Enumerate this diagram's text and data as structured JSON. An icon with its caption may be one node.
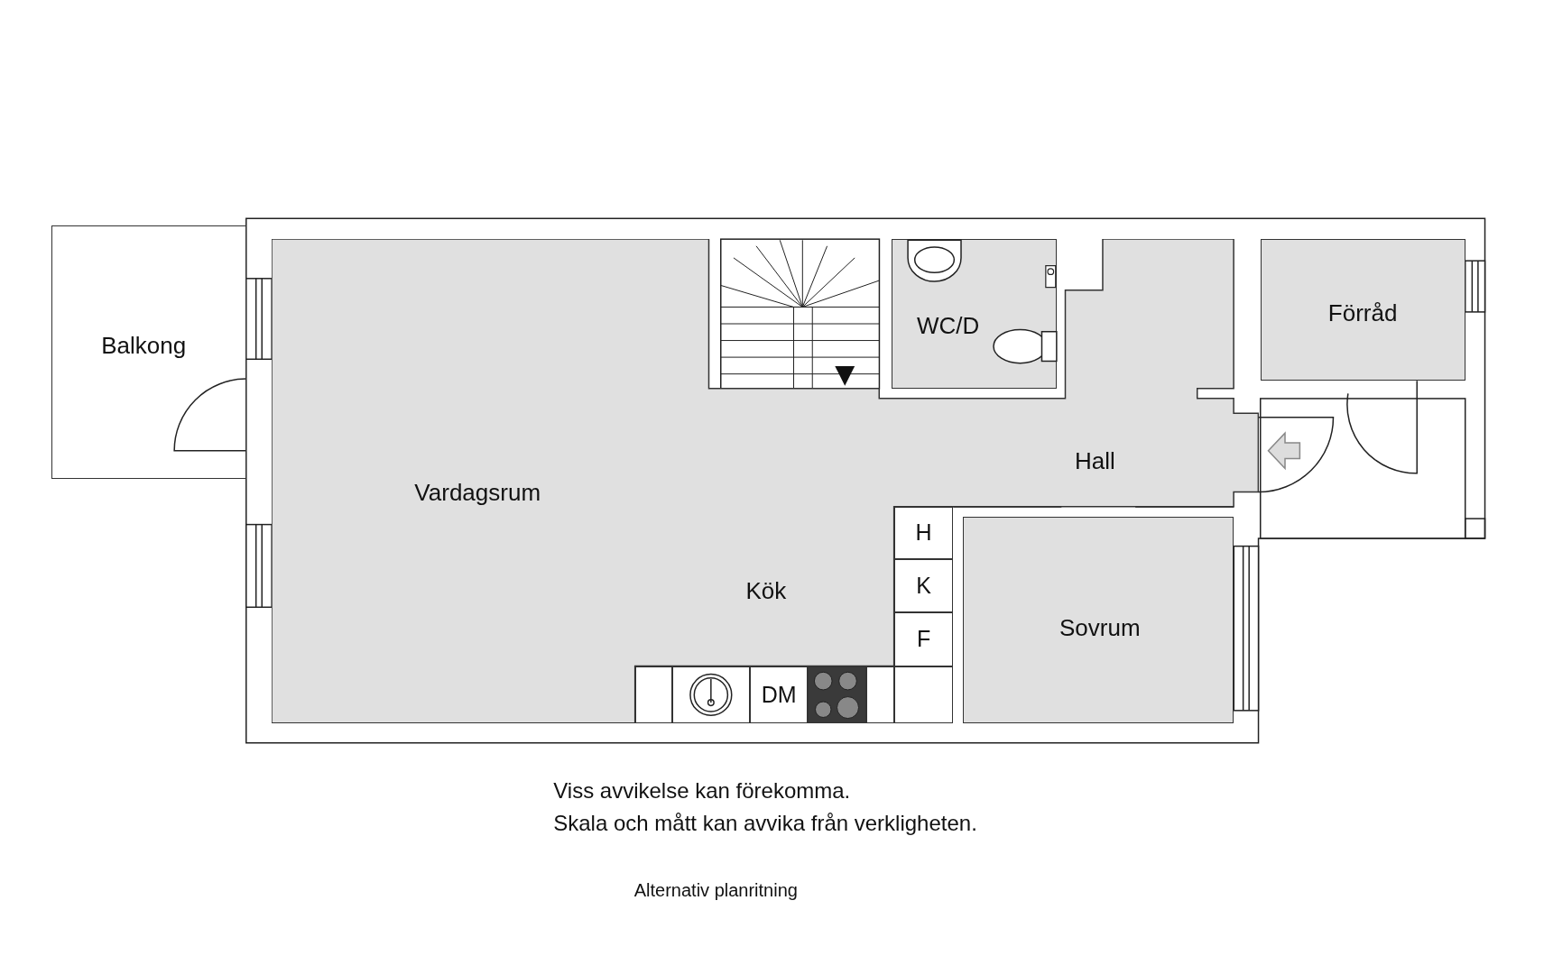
{
  "diagram": {
    "nodes": [
      {
        "text": [
          "Balkong"
        ]
      },
      {
        "text": [
          "Vardagsrum",
          "Kök",
          "Hall"
        ]
      },
      {
        "text": [
          "WC/D"
        ]
      },
      {
        "text": [
          "Förråd"
        ]
      },
      {
        "text": [
          "Sovrum"
        ]
      },
      {
        "text": [
          "H"
        ]
      },
      {
        "text": [
          "K"
        ]
      },
      {
        "text": [
          "F"
        ]
      },
      {
        "text": [],
        "shape": "box"
      },
      {
        "text": [],
        "shape": "box"
      },
      {
        "text": [
          "DM"
        ]
      },
      {
        "text": [],
        "shape": "box"
      },
      {
        "text": [],
        "shape": "box"
      },
      {
        "text": [],
        "shape": "box"
      }
    ],
    "labels": [
      "Viss avvikelse kan förekomma.",
      "Skala och mått kan avvika från verkligheten.",
      "Alternativ planritning"
    ]
  }
}
